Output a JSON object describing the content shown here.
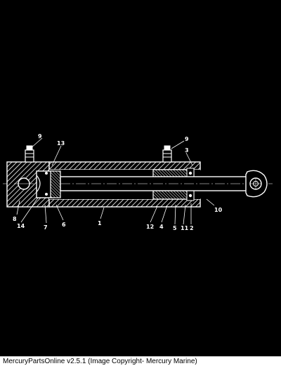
{
  "diagram": {
    "labels": {
      "l1": "1",
      "l2": "2",
      "l3": "3",
      "l4": "4",
      "l5": "5",
      "l6": "6",
      "l7": "7",
      "l8": "8",
      "l9a": "9",
      "l9b": "9",
      "l10": "10",
      "l11": "11",
      "l12": "12",
      "l13": "13",
      "l14": "14"
    },
    "colors": {
      "background": "#000000",
      "ink": "#ffffff"
    }
  },
  "caption": {
    "text": "MercuryPartsOnline v2.5.1 (Image Copyright- Mercury Marine)"
  }
}
